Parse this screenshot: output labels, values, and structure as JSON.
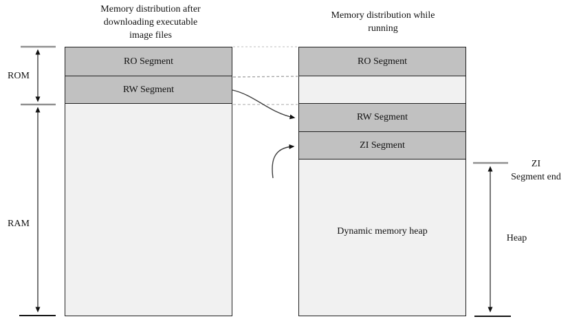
{
  "left_column": {
    "title_lines": [
      "Memory distribution after",
      "downloading executable",
      "image files"
    ],
    "segments": [
      {
        "label": "RO Segment"
      },
      {
        "label": "RW Segment"
      },
      {
        "label": ""
      }
    ]
  },
  "right_column": {
    "title_lines": [
      "Memory distribution while",
      "running"
    ],
    "segments": [
      {
        "label": "RO Segment"
      },
      {
        "label": ""
      },
      {
        "label": "RW Segment"
      },
      {
        "label": "ZI Segment"
      },
      {
        "label": "Dynamic memory heap"
      }
    ]
  },
  "side_labels": {
    "rom": "ROM",
    "ram": "RAM",
    "zi_end_lines": [
      "ZI",
      "Segment end"
    ],
    "heap": "Heap"
  },
  "colors": {
    "segment_fill": "#c1c1c1",
    "column_fill": "#f1f1f1",
    "border": "#1f1f1f",
    "tick_gray": "#8f8f8f",
    "arrow": "#3d3d3d"
  }
}
